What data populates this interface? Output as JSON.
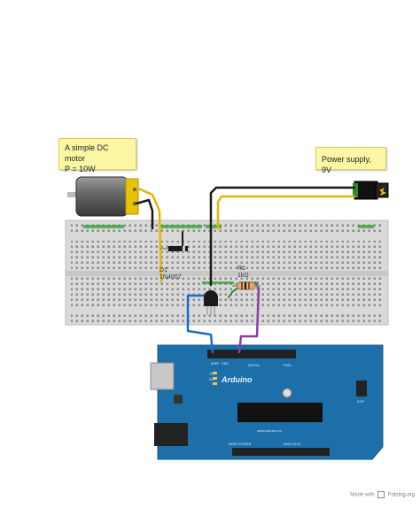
{
  "notes": {
    "motor": {
      "line1": "A simple DC motor",
      "line2": "P = 10W"
    },
    "power": {
      "text": "Power supply, 9V"
    }
  },
  "components": {
    "diode": {
      "ref": "D1",
      "part": "1N4007"
    },
    "resistor": {
      "ref": "R1",
      "value": "1kΩ"
    }
  },
  "arduino": {
    "brand": "Arduino",
    "url": "www.arduino.cc",
    "pin_labels": {
      "aref": "AREF",
      "gnd": "GND",
      "digital": "DIGITAL",
      "power": "POWER",
      "analog": "ANALOG IN",
      "pwm": "PWM",
      "icsp": "ICSP",
      "tx": "TX",
      "rx": "RX",
      "reset": "RESET"
    }
  },
  "footer": {
    "made_with": "Made with",
    "brand": "Fritzing.org"
  },
  "colors": {
    "wire_yellow": "#e8b500",
    "wire_black": "#1a1a1a",
    "wire_blue": "#1a6fc4",
    "wire_purple": "#8a3fa0",
    "wire_green": "#2c8a2c",
    "board_blue": "#1d6faa",
    "breadboard": "#d9d9d9",
    "note_yellow": "#fbf7a5"
  }
}
